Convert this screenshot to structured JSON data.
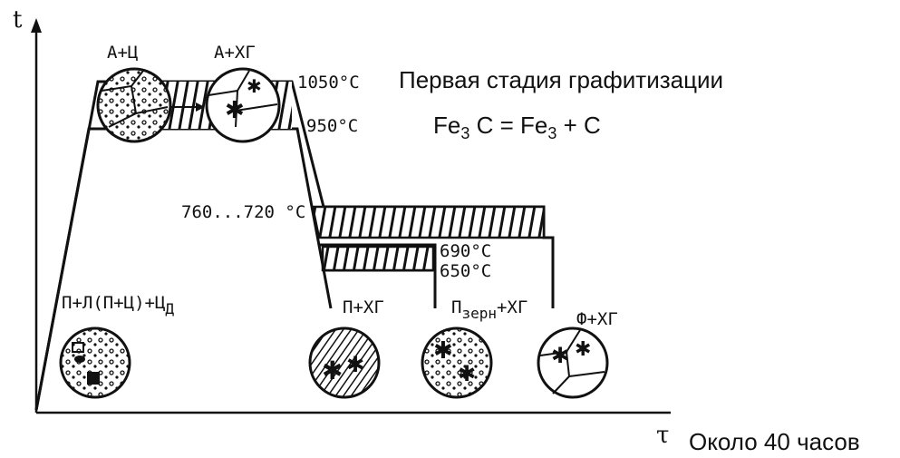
{
  "title": "Первая стадия графитизации",
  "reaction": {
    "lhs": "Fe",
    "lhs_sub": "3",
    "lhs_tail": " C = ",
    "rhs": "Fe",
    "rhs_sub": "3",
    "rhs_tail": " + C"
  },
  "duration": "Около 40 часов",
  "axes": {
    "y": "t",
    "x": "τ"
  },
  "temperatures": {
    "t1050": "1050°C",
    "t950": "950°C",
    "t760": "760...720 °C",
    "t690": "690°C",
    "t650": "650°C"
  },
  "structures": {
    "initial": {
      "main": "П+Л(П+Ц)+Ц",
      "sub": "Д"
    },
    "high_a": "А+Ц",
    "high_b": "А+ХГ",
    "pearlite": "П+ХГ",
    "granular": {
      "main": "П",
      "sub": "зерн",
      "tail": "+ХГ"
    },
    "ferrite": "Ф+ХГ"
  }
}
